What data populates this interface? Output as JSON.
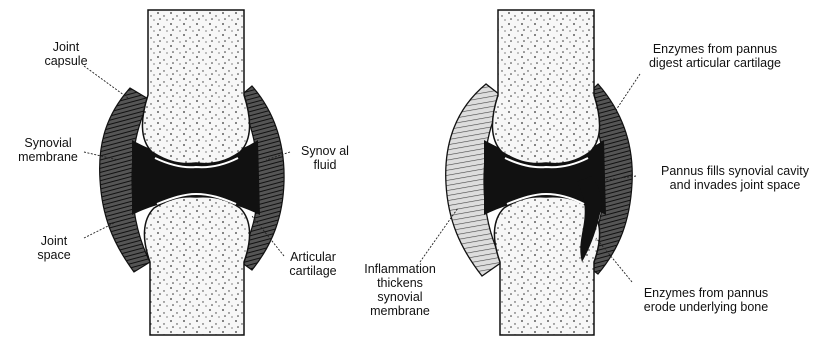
{
  "colors": {
    "ink": "#111111",
    "paper": "#ffffff",
    "bone": "#f6f6f6",
    "tissue": "#222222"
  },
  "normal_joint": {
    "labels": {
      "joint_capsule": [
        "Joint",
        "capsule"
      ],
      "synovial_membrane": [
        "Synovial",
        "membrane"
      ],
      "joint_space": [
        "Joint",
        "space"
      ],
      "synovial_fluid": [
        "Synov al",
        "fluid"
      ],
      "articular_cartilage": [
        "Articular",
        "cartilage"
      ]
    }
  },
  "arthritic_joint": {
    "labels": {
      "inflammation": [
        "Inflammation",
        "thickens",
        "synovial",
        "membrane"
      ],
      "enzymes_cartilage": [
        "Enzymes from pannus",
        "digest articular cartilage"
      ],
      "pannus_fills": [
        "Pannus fills synovial cavity",
        "and invades joint space"
      ],
      "enzymes_bone": [
        "Enzymes from pannus",
        "erode underlying bone"
      ]
    }
  }
}
